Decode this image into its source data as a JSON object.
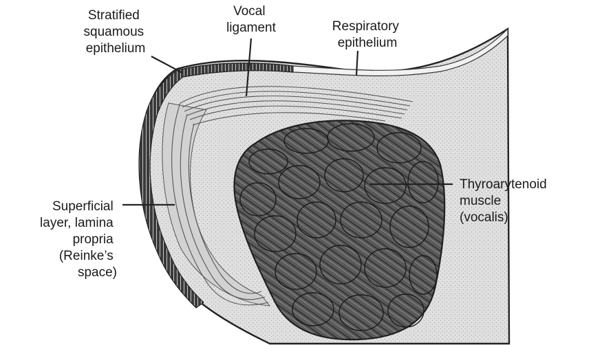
{
  "labels": {
    "stratified": [
      "Stratified",
      "squamous",
      "epithelium"
    ],
    "vocal_ligament": [
      "Vocal",
      "ligament"
    ],
    "respiratory": [
      "Respiratory",
      "epithelium"
    ],
    "thyroarytenoid": [
      "Thyroarytenoid",
      "muscle",
      "(vocalis)"
    ],
    "superficial": [
      "Superficial",
      "layer, lamina",
      "propria",
      "(Reinke’s",
      "space)"
    ]
  },
  "colors": {
    "background": "#ffffff",
    "tissue_fill": "#dcdcdc",
    "ligament_fill": "#c9c9c9",
    "epithelium_band": "#2b2b2b",
    "muscle_fill": "#4a4a4a",
    "outline": "#222222"
  }
}
